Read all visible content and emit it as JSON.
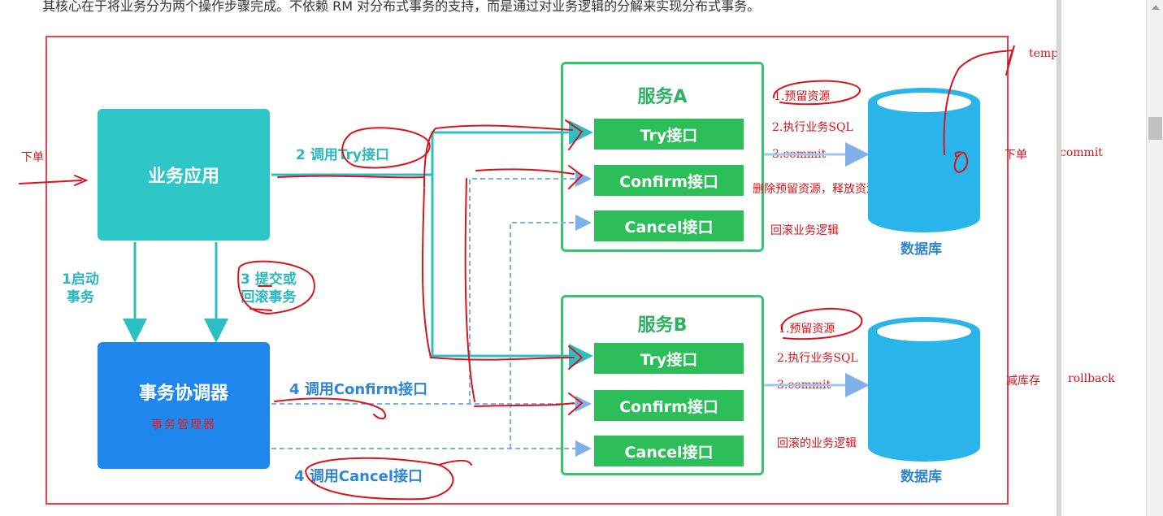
{
  "intro_text": "其核心在于将业务分为两个操作步骤完成。不依赖 RM 对分布式事务的支持，而是通过对业务逻辑的分解来实现分布式事务。",
  "diagram": {
    "business_app": "业务应用",
    "coordinator": "事务协调器",
    "coordinator_note": "事务管理器",
    "label_start": [
      "1启动",
      "事务"
    ],
    "label_commit": [
      "3 提交或",
      "回滚事务"
    ],
    "label_try": "2 调用Try接口",
    "label_confirm": "4 调用Confirm接口",
    "label_cancel": "4 调用Cancel接口",
    "service_a": {
      "title": "服务A",
      "ops": [
        "Try接口",
        "Confirm接口",
        "Cancel接口"
      ]
    },
    "service_b": {
      "title": "服务B",
      "ops": [
        "Try接口",
        "Confirm接口",
        "Cancel接口"
      ]
    },
    "database_label": "数据库"
  },
  "annotations": {
    "order_left": "下单",
    "a_notes": [
      "1.预留资源",
      "2.执行业务SQL",
      "3.commit",
      "删除预留资源，释放资源",
      "回滚业务逻辑"
    ],
    "b_notes": [
      "1.预留资源",
      "2.执行业务SQL",
      "3.commit",
      "回滚的业务逻辑"
    ],
    "temp": "temp",
    "order_right": "下单",
    "commit_right": "commit",
    "reduce_stock": "减库存",
    "rollback": "rollback"
  },
  "colors": {
    "border": "#e8434b",
    "app": "#2ec6c6",
    "coordinator": "#1e86ec",
    "service": "#37c46e",
    "ink": "#d8141c",
    "database": "#2ab3e8"
  },
  "icons": [
    "arrow-icon",
    "scroll-up-icon"
  ]
}
